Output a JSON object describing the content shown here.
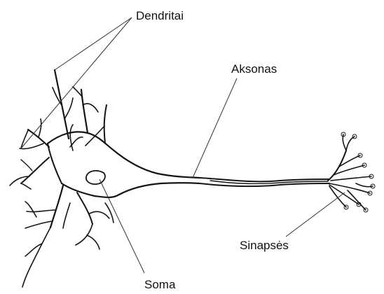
{
  "diagram": {
    "labels": {
      "dendrites": "Dendritai",
      "axon": "Aksonas",
      "synapses": "Sinapsės",
      "soma": "Soma"
    },
    "colors": {
      "ink": "#151515",
      "accent_green": "#3a8a3a"
    }
  }
}
